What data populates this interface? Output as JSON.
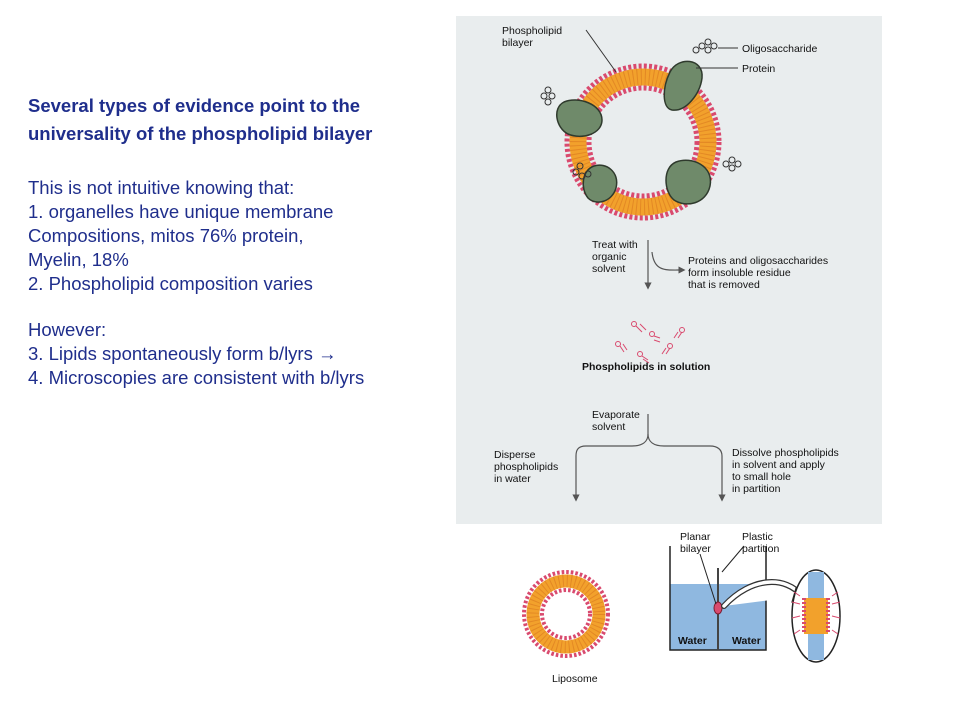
{
  "text": {
    "heading": [
      "Several types of evidence point to the",
      "universality of the phospholipid bilayer"
    ],
    "intro": "This is not intuitive knowing that:",
    "points_a": [
      "1. organelles have unique membrane",
      "Compositions, mitos 76% protein,",
      "Myelin, 18%",
      "2. Phospholipid composition varies"
    ],
    "however": "However:",
    "points_b": [
      "3. Lipids spontaneously form b/lyrs →",
      "4. Microscopies are consistent with b/lyrs"
    ]
  },
  "figure": {
    "labels": {
      "phospholipid_bilayer": [
        "Phospholipid",
        "bilayer"
      ],
      "oligosaccharide": "Oligosaccharide",
      "protein": "Protein",
      "treat": [
        "Treat with",
        "organic",
        "solvent"
      ],
      "residue": [
        "Proteins and oligosaccharides",
        "form insoluble residue",
        "that is removed"
      ],
      "in_solution": "Phospholipids in solution",
      "evaporate": [
        "Evaporate",
        "solvent"
      ],
      "disperse": [
        "Disperse",
        "phospholipids",
        "in water"
      ],
      "dissolve": [
        "Dissolve phospholipids",
        "in solvent and apply",
        "to small hole",
        "in partition"
      ],
      "planar": [
        "Planar",
        "bilayer"
      ],
      "plastic": [
        "Plastic",
        "partition"
      ],
      "water_left": "Water",
      "water_right": "Water",
      "liposome": "Liposome"
    },
    "colors": {
      "panel": "#e9edee",
      "heads": "#d94a6e",
      "tails": "#f2a12c",
      "protein": "#6f8a6a",
      "water": "#8fb8e0",
      "text_blue": "#1f2e8c"
    }
  }
}
